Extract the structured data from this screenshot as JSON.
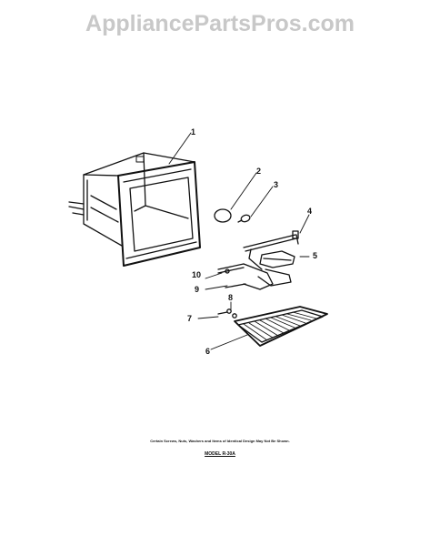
{
  "header": {
    "watermark": "AppliancePartsPros.com"
  },
  "callouts": {
    "c1": "1",
    "c2": "2",
    "c3": "3",
    "c4": "4",
    "c5": "5",
    "c6": "6",
    "c7": "7",
    "c8": "8",
    "c9": "9",
    "c10": "10"
  },
  "footer": {
    "note": "Certain Screws, Nuts, Washers and Items of Identical Design May Not Be Shown.",
    "model": "MODEL R-30A"
  },
  "colors": {
    "line": "#111111",
    "watermark": "#c8c8c8",
    "background": "#ffffff"
  }
}
